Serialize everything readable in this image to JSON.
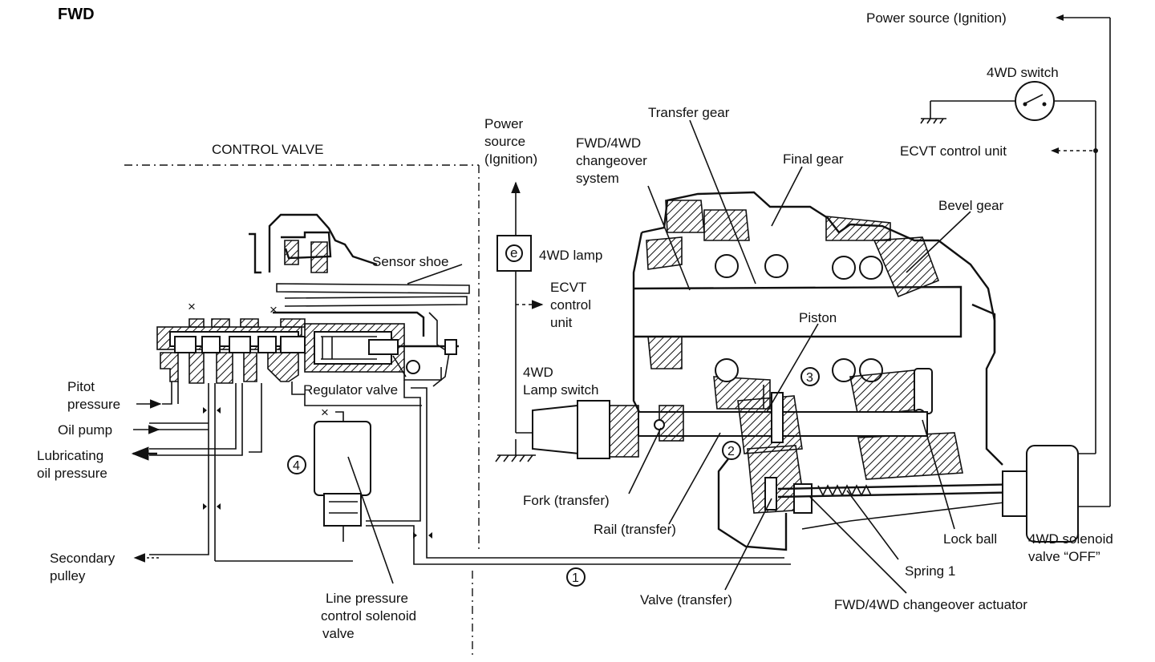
{
  "title": "FWD",
  "section_label": "CONTROL VALVE",
  "labels": {
    "power_source_top": "Power source (Ignition)",
    "wd_switch": "4WD switch",
    "ecvt_control_unit_right": "ECVT  control unit",
    "power_source_left_1": "Power",
    "power_source_left_2": "source",
    "power_source_left_3": "(Ignition)",
    "wd_lamp": "4WD lamp",
    "ecvt_left_1": "ECVT",
    "ecvt_left_2": "control",
    "ecvt_left_3": "unit",
    "lamp_switch_1": "4WD",
    "lamp_switch_2": "Lamp switch",
    "transfer_gear": "Transfer gear",
    "changeover_system_1": "FWD/4WD",
    "changeover_system_2": "changeover",
    "changeover_system_3": "system",
    "final_gear": "Final gear",
    "bevel_gear": "Bevel gear",
    "piston": "Piston",
    "sensor_shoe": "Sensor shoe",
    "regulator_valve": "Regulator valve",
    "pitot_1": "Pitot",
    "pitot_2": "pressure",
    "oil_pump": "Oil pump",
    "lub_1": "Lubricating",
    "lub_2": "oil pressure",
    "secondary_1": "Secondary",
    "secondary_2": "pulley",
    "line_sol_1": "Line pressure",
    "line_sol_2": "control solenoid",
    "line_sol_3": "valve",
    "fork": "Fork (transfer)",
    "rail": "Rail (transfer)",
    "valve_transfer": "Valve (transfer)",
    "lock_ball": "Lock ball",
    "solenoid_off_1": "4WD solenoid",
    "solenoid_off_2": "valve “OFF”",
    "spring1": "Spring 1",
    "actuator": "FWD/4WD changeover actuator",
    "lamp_symbol": "e",
    "mark_x": "×",
    "n1": "1",
    "n2": "2",
    "n3": "3",
    "n4": "4"
  }
}
